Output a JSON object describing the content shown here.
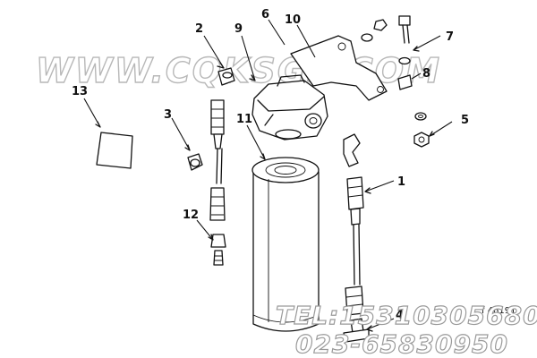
{
  "callouts": {
    "c1": "1",
    "c2": "2",
    "c3": "3",
    "c4": "4",
    "c5": "5",
    "c6": "6",
    "c7": "7",
    "c8": "8",
    "c9": "9",
    "c10": "10",
    "c11": "11",
    "c12": "12",
    "c13": "13"
  },
  "watermark": {
    "site": "WWW.CQKSGS.COM",
    "tel": "TEL:15310305680",
    "phone": "023-65830950"
  },
  "figure_ref": "f 46191"
}
